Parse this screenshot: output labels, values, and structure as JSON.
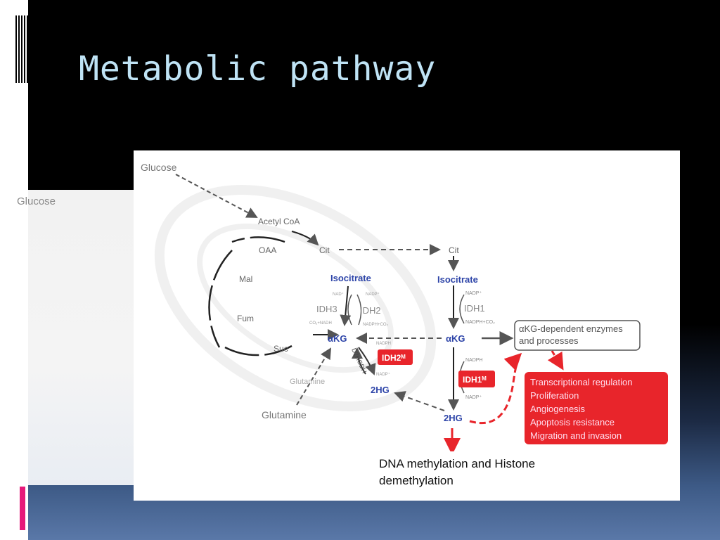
{
  "slide": {
    "title": "Metabolic pathway",
    "faded_label": "Glucose",
    "caption": "DNA methylation and Histone demethylation"
  },
  "diagram": {
    "nodes": {
      "glucose": "Glucose",
      "acetyl_coa": "Acetyl CoA",
      "oaa": "OAA",
      "cit_mito": "Cit",
      "mal": "Mal",
      "fum": "Fum",
      "suc": "Suc",
      "isocitrate_mito": "Isocitrate",
      "idh3": "IDH3",
      "idh2": "IDH2",
      "akg_mito": "αKG",
      "idh2_mut": "IDH2ᴹ",
      "d2hgdh": "D2HGDH",
      "two_hg_mito": "2HG",
      "glutamine_mito": "Glutamine",
      "glutamine_out": "Glutamine",
      "cit_cyto": "Cit",
      "isocitrate_cyto": "Isocitrate",
      "idh1": "IDH1",
      "akg_cyto": "αKG",
      "idh1_mut": "IDH1ᴹ",
      "two_hg_cyto": "2HG"
    },
    "cofactors": {
      "nad": "NAD⁺",
      "nadp_mito": "NADP⁺",
      "co2_nadh": "CO₂+NADH",
      "nadph_co2_mito": "NADPH+CO₂",
      "nadph_mito": "NADPH",
      "nadp_mito_out": "NADP⁺",
      "nadp_cyto": "NADP⁺",
      "nadph_co2_cyto": "NADPH+CO₂",
      "nadph_cyto": "NADPH",
      "nadp_cyto_out": "NADP⁺"
    },
    "akg_box_lines": [
      "αKG-dependent enzymes",
      "and processes"
    ],
    "effects": [
      "Transcriptional regulation",
      "Proliferation",
      "Angiogenesis",
      "Apoptosis resistance",
      "Migration and invasion"
    ],
    "colors": {
      "blue": "#2d44a8",
      "red": "#e8252b",
      "grey_text": "#777777",
      "line": "#555555"
    }
  }
}
